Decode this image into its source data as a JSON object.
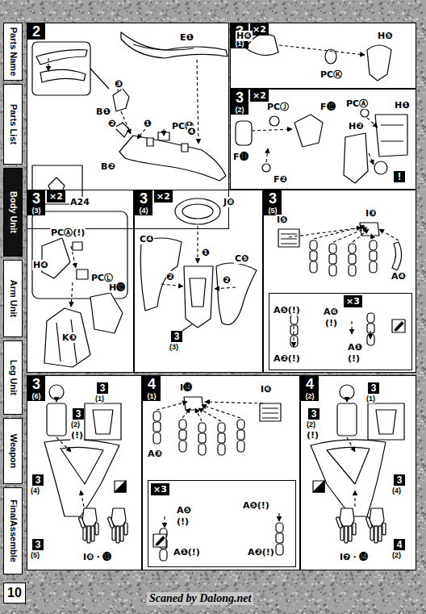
{
  "diagram": {
    "nodes": [
      {
        "text": [
          "2"
        ]
      },
      {
        "text": [
          "3",
          "(1)",
          "×2"
        ]
      },
      {
        "text": [
          "3",
          "(2)",
          "×2"
        ]
      },
      {
        "text": [
          "3",
          "(3)",
          "×2"
        ]
      },
      {
        "text": [
          "3",
          "(4)",
          "×2"
        ]
      },
      {
        "text": [
          "3",
          "(5)"
        ]
      },
      {
        "text": [
          "×3"
        ],
        "in": 5
      },
      {
        "text": [
          "3",
          "(6)"
        ]
      },
      {
        "text": [
          "4",
          "(1)"
        ]
      },
      {
        "text": [
          "×3"
        ],
        "in": 8
      },
      {
        "text": [
          "4",
          "(2)"
        ]
      },
      {
        "text": [
          "Parts Name"
        ]
      },
      {
        "text": [
          "Parts List"
        ]
      },
      {
        "text": [
          "Body Unit"
        ]
      },
      {
        "text": [
          "Arm Unit"
        ]
      },
      {
        "text": [
          "Leg Unit"
        ]
      },
      {
        "text": [
          "Weapon"
        ]
      },
      {
        "text": [
          "FinalAssemble"
        ]
      },
      {
        "text": [
          "10"
        ]
      }
    ],
    "labels": [
      "E❶",
      "❸",
      "B❶",
      "❷",
      "PCⓂ",
      "❶",
      "❹",
      "B❷",
      "A24",
      "H❻",
      "H❺",
      "PCⓀ",
      "PCⒿ",
      "F⓬",
      "F⓫",
      "F❷",
      "PCⒶ",
      "H❶",
      "H❷",
      "!",
      "PCⒶ(!)",
      "H❹",
      "PCⓁ",
      "H⓬",
      "K❸",
      "J❽",
      "❶",
      "C❹",
      "C❺",
      "❷",
      "❷",
      "3",
      "(3)",
      "I❸",
      "I❺",
      "A❹",
      "A❺(!)",
      "A❻",
      "(!)",
      "A❷(!)",
      "A❶",
      "(!)",
      "3",
      "(1)",
      "3",
      "(2)",
      "(!)",
      "3",
      "(4)",
      "3",
      "(5)",
      "I❽・⓭",
      "I⓮",
      "I❻",
      "A❸",
      "A❺",
      "(!)",
      "A❺(!)",
      "A❶(!)",
      "A❷(!)",
      "3",
      "(1)",
      "3",
      "(2)",
      "(!)",
      "3",
      "(4)",
      "4",
      "(2)",
      "I❼・⓮",
      "Scaned by Dalong.net"
    ]
  }
}
